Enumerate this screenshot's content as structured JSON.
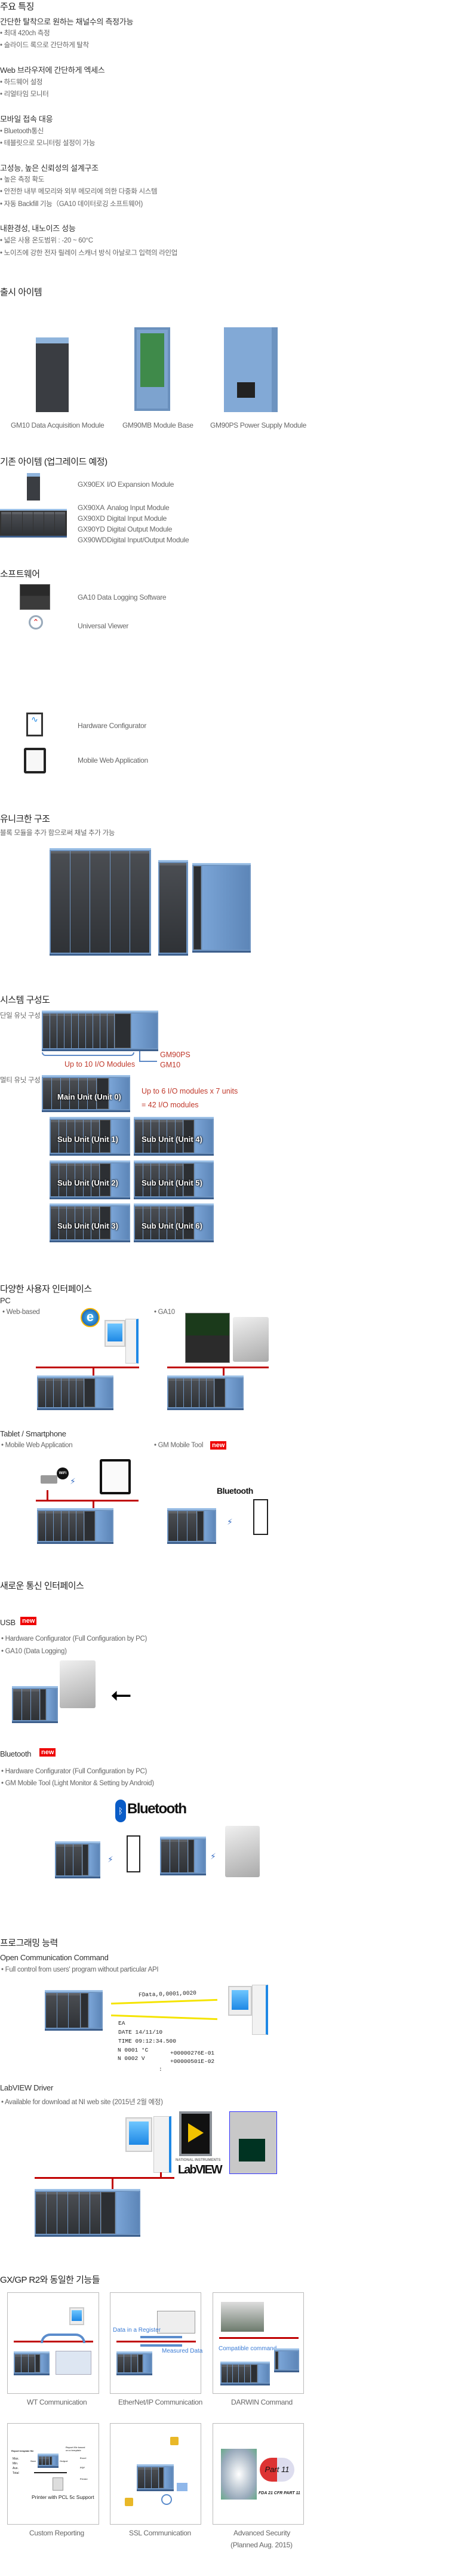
{
  "features": {
    "title": "주요 특징",
    "groups": [
      {
        "title": "간단한 탈착으로 원하는 채널수의 측정가능",
        "bullets": [
          "• 최대 420ch 측정",
          "• 슬라이드 록으로 간단하게 탈착"
        ]
      },
      {
        "title": "Web 브라우저에 간단하게 엑세스",
        "bullets": [
          "• 하드웨어 설정",
          "• 리얼타임 모니터"
        ]
      },
      {
        "title": "모바일 접속 대응",
        "bullets": [
          "• Bluetooth통신",
          "• 테블릿으로 모니터링 설정이 가능"
        ]
      },
      {
        "title": "고성능, 높은 신뢰성의 설계구조",
        "bullets": [
          "• 높은 측정 확도",
          "• 안전한 내부 메모리와 외부 메모리에 의한 다중화 시스템",
          "• 자동 Backfill 기능（GA10 데이터로깅 소프트웨어)"
        ]
      },
      {
        "title": "내환경성, 내노이즈 성능",
        "bullets": [
          "• 넓은 사용 온도범위 : -20 ~ 60°C",
          "• 노이즈에 강한 전자 릴레이 스캐너 방식 아날로그 입력의 라인업"
        ]
      }
    ]
  },
  "release": {
    "title": "출시 아이템",
    "items": [
      "GM10 Data Acquisition Module",
      "GM90MB Module Base",
      "GM90PS Power Supply Module"
    ]
  },
  "existing": {
    "title": "기존 아이템 (업그레이드 예정)",
    "rows": [
      {
        "code": "GX90EX",
        "name": "I/O Expansion Module"
      },
      {
        "code": "GX90XA",
        "name": "Analog Input Module"
      },
      {
        "code": "GX90XD",
        "name": "Digital Input Module"
      },
      {
        "code": "GX90YD",
        "name": "Digital Output Module"
      },
      {
        "code": "GX90WD",
        "name": "Digital Input/Output Module"
      }
    ]
  },
  "software": {
    "title": "소프트웨어",
    "items": [
      "GA10 Data Logging Software",
      "Universal Viewer",
      "Hardware Configurator",
      "Mobile Web Application"
    ]
  },
  "unique": {
    "title": "유니크한 구조",
    "subtitle": "블록 모듈을 추가 함으로써 채널 추가 가능"
  },
  "system": {
    "title": "시스템 구성도",
    "single_label": "단일 유닛 구성",
    "multi_label": "멀티 유닛 구성",
    "io_note": "Up to 10 I/O Modules",
    "gm90ps": "GM90PS",
    "gm10": "GM10",
    "multi_note1": "Up to 6 I/O modules x 7 units",
    "multi_note2": "= 42 I/O modules",
    "units": [
      "Main Unit (Unit 0)",
      "Sub Unit (Unit 1)",
      "Sub Unit (Unit 2)",
      "Sub Unit (Unit 3)",
      "Sub Unit (Unit 4)",
      "Sub Unit (Unit 5)",
      "Sub Unit (Unit 6)"
    ]
  },
  "ui": {
    "title": "다양한 사용자 인터페이스",
    "pc": "PC",
    "web_based": "• Web-based",
    "ga10": "• GA10",
    "tablet": "Tablet / Smartphone",
    "mobile_web": "• Mobile Web Application",
    "gm_mobile": "• GM Mobile Tool",
    "new": "new",
    "wifi": "WiFi",
    "bluetooth_logo": "Bluetooth"
  },
  "comm": {
    "title": "새로운 통신 인터페이스",
    "usb": "USB",
    "new": "new",
    "usb_bullets": [
      "•  Hardware Configurator (Full Configuration by PC)",
      "•  GA10 (Data Logging)"
    ],
    "bluetooth": "Bluetooth",
    "bt_bullets": [
      "• Hardware Configurator (Full Configuration by PC)",
      "• GM Mobile Tool (Light Monitor & Setting by Android)"
    ],
    "bt_logo": "Bluetooth"
  },
  "prog": {
    "title": "프로그래밍 능력",
    "occ_title": "Open Communication Command",
    "occ_bullet": "• Full control from users' program without particular API",
    "command": "FData,0,0001,0020",
    "response": [
      "EA",
      "DATE 14/11/10",
      "TIME 09:12:34.500",
      "N 0001     °C",
      "N 0002     V",
      ":"
    ],
    "values": [
      "+00000276E-01",
      "+00000501E-02"
    ],
    "labview_title": "LabVIEW Driver",
    "labview_bullet": "• Available for download at NI web site (2015년 2월 예정)",
    "ni": "NATIONAL INSTRUMENTS",
    "labview_logo": "LabVIEW"
  },
  "gxgp": {
    "title": "GX/GP R2와 동일한 기능들",
    "cards": [
      {
        "caption": "WT Communication"
      },
      {
        "caption": "EtherNet/IP Communication",
        "label1": "Data in a Register",
        "label2": "Measured Data"
      },
      {
        "caption": "DARWIN Command",
        "label1": "Compatible command"
      },
      {
        "caption": "Custom Reporting",
        "tpl": "Report template file",
        "save": "Save",
        "based": "Report file based on a template",
        "output": "Output",
        "excel": "Excel",
        "pdf": "PDF",
        "printer": "Printer",
        "stats": [
          "Max.",
          "Min.",
          "Ave.",
          "Total"
        ],
        "pcl": "Printer with PCL 5c Support"
      },
      {
        "caption": "SSL Communication"
      },
      {
        "caption": "Advanced Security",
        "caption2": "(Planned Aug. 2015)",
        "part11": "Part 11",
        "fda": "FDA 21 CFR PART 11"
      }
    ]
  }
}
